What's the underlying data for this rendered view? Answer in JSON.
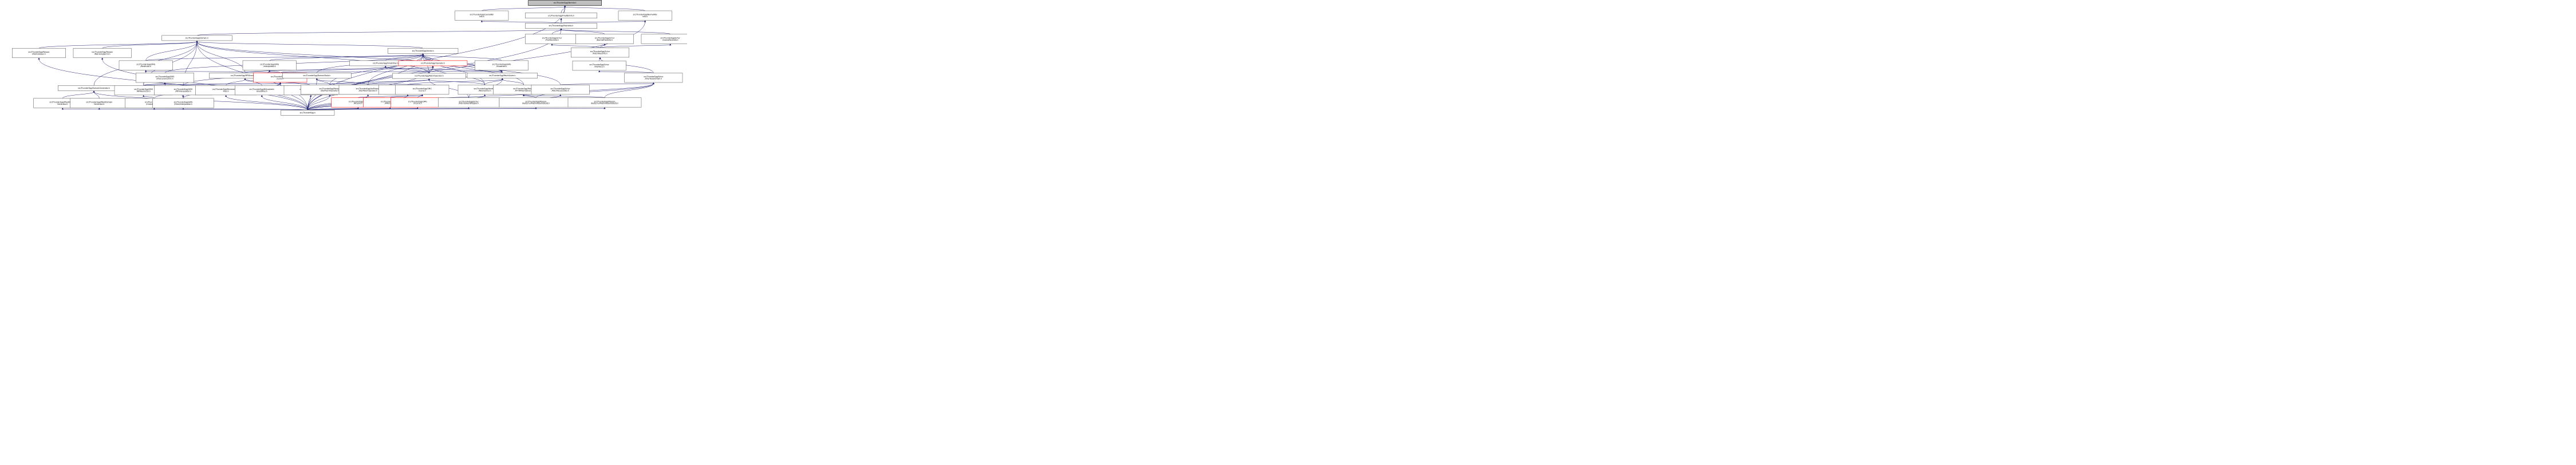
{
  "graph": {
    "colors": {
      "edge": "#191970",
      "root_fill": "#bfbfbf",
      "node_stroke": "#666666",
      "highlight": "#ff0000"
    },
    "nodes": [
      {
        "id": "nbrinfo",
        "label": [
          "src/ThunderEgg/NbrInfo.h"
        ],
        "root": true
      },
      {
        "id": "coarsenbr",
        "label": [
          "src/ThunderEgg/CoarseNbr",
          "Info.h"
        ]
      },
      {
        "id": "finenbr",
        "label": [
          "src/ThunderEgg/FineNbrInfo.h"
        ]
      },
      {
        "id": "normalnbr",
        "label": [
          "src/ThunderEgg/NormalNbr",
          "Info.h"
        ]
      },
      {
        "id": "patchinfo",
        "label": [
          "src/ThunderEgg/PatchInfo.h"
        ]
      },
      {
        "id": "domain",
        "label": [
          "src/ThunderEgg/Domain.h"
        ]
      },
      {
        "id": "sfineface",
        "label": [
          "src/ThunderEgg/Schur",
          "/FineFaceInfo.h"
        ]
      },
      {
        "id": "snormalface",
        "label": [
          "src/ThunderEgg/Schur",
          "/NormalFaceInfo.h"
        ]
      },
      {
        "id": "scoarseface",
        "label": [
          "src/ThunderEgg/Schur",
          "/CoarseFaceInfo.h"
        ]
      },
      {
        "id": "spatchiface",
        "label": [
          "src/ThunderEgg/Schur",
          "/PatchIfaceInfo.h"
        ]
      },
      {
        "id": "siface",
        "label": [
          "src/ThunderEgg/Schur",
          "/Interface.h"
        ]
      },
      {
        "id": "sifacedomain",
        "label": [
          "src/ThunderEgg/Schur",
          "/InterfaceDomain.h"
        ]
      },
      {
        "id": "pmatrix",
        "label": [
          "src/ThunderEgg/Poisson",
          "/MatrixHelper.h"
        ]
      },
      {
        "id": "pmatrix2d",
        "label": [
          "src/ThunderEgg/Poisson",
          "/MatrixHelper2d.h"
        ]
      },
      {
        "id": "vector",
        "label": [
          "src/ThunderEgg/Vector.h"
        ]
      },
      {
        "id": "gmgrestrictor",
        "label": [
          "src/ThunderEgg/GMG",
          "/Restrictor.h"
        ]
      },
      {
        "id": "gmginterp",
        "label": [
          "src/ThunderEgg/GMG",
          "/Interpolator.h"
        ]
      },
      {
        "id": "ghostfiller",
        "label": [
          "src/ThunderEgg/GhostFiller.h"
        ]
      },
      {
        "id": "operator",
        "label": [
          "src/ThunderEgg/Operator.h"
        ],
        "red": true
      },
      {
        "id": "gmgsmoother",
        "label": [
          "src/ThunderEgg/GMG",
          "/Smoother.h"
        ]
      },
      {
        "id": "gmginterlevel",
        "label": [
          "src/ThunderEgg/GMG",
          "/InterLevelComm.h"
        ]
      },
      {
        "id": "mpighost",
        "label": [
          "src/ThunderEgg/MPIGhostFiller.h"
        ]
      },
      {
        "id": "gmglevel",
        "label": [
          "src/ThunderEgg/GMG",
          "/Level.h"
        ],
        "red": true
      },
      {
        "id": "domaintools",
        "label": [
          "src/ThunderEgg/DomainTools.h"
        ]
      },
      {
        "id": "patchoperator",
        "label": [
          "src/ThunderEgg/PatchOperator.h"
        ]
      },
      {
        "id": "patchsolver",
        "label": [
          "src/ThunderEgg/PatchSolver.h"
        ]
      },
      {
        "id": "domaingen",
        "label": [
          "src/ThunderEgg/DomainGenerator.h"
        ]
      },
      {
        "id": "gmgmpirestrict",
        "label": [
          "src/ThunderEgg/GMG",
          "/MPIRestrictor.h"
        ]
      },
      {
        "id": "gmgmpiinterp",
        "label": [
          "src/ThunderEgg/GMG",
          "/MPIInterpolator.h"
        ]
      },
      {
        "id": "bilinear",
        "label": [
          "src/ThunderEgg/BiLinearGhost",
          "Filler.h"
        ]
      },
      {
        "id": "biquad",
        "label": [
          "src/ThunderEgg/BiQuadratic",
          "GhostFiller.h"
        ]
      },
      {
        "id": "trilinear",
        "label": [
          "src/ThunderEgg/TriLinear",
          "GhostFiller.h"
        ]
      },
      {
        "id": "pstarpatch",
        "label": [
          "src/ThunderEgg/Poisson",
          "/StarPatchOperator.h"
        ]
      },
      {
        "id": "vpstarpatch",
        "label": [
          "src/ThunderEgg/VarPoisson",
          "/StarPatchOperator.h"
        ]
      },
      {
        "id": "pdft",
        "label": [
          "src/ThunderEgg/Poisson",
          "/DFTPatchSolver.h"
        ]
      },
      {
        "id": "gmgcycle",
        "label": [
          "src/ThunderEgg/GMG",
          "/Cycle.h"
        ]
      },
      {
        "id": "iterpatch",
        "label": [
          "src/ThunderEgg/Iterative",
          "/PatchSolver.h"
        ]
      },
      {
        "id": "pfftw",
        "label": [
          "src/ThunderEgg/Poisson",
          "/FFTWPatchSolver.h"
        ]
      },
      {
        "id": "spatchfacescatter",
        "label": [
          "src/ThunderEgg/Schur",
          "/PatchFaceScatter.h"
        ]
      },
      {
        "id": "p4est",
        "label": [
          "src/ThunderEgg/P4estDomain",
          "Generator.h"
        ]
      },
      {
        "id": "p8est",
        "label": [
          "src/ThunderEgg/P8estDomain",
          "Generator.h"
        ]
      },
      {
        "id": "gmglinrestrict",
        "label": [
          "src/ThunderEgg/GMG",
          "/LinearRestrictor.h"
        ]
      },
      {
        "id": "gmgdirectinterp",
        "label": [
          "src/ThunderEgg/GMG",
          "/DirectInterpolator.h"
        ]
      },
      {
        "id": "gmgwcycle",
        "label": [
          "src/ThunderEgg/GMG",
          "/WCycle.h"
        ],
        "red": true
      },
      {
        "id": "gmgfmg",
        "label": [
          "src/ThunderEgg/GMG",
          "/FMGCycle.h"
        ],
        "red": true
      },
      {
        "id": "gmgvcycle",
        "label": [
          "src/ThunderEgg/GMG",
          "/VCycle.h"
        ],
        "red": true
      },
      {
        "id": "spatchsolverwrap",
        "label": [
          "src/ThunderEgg/Schur",
          "/PatchSolverWrapper.h"
        ]
      },
      {
        "id": "pfastschur3d",
        "label": [
          "src/ThunderEgg/Poisson",
          "/FastSchurMatrixAssemble3D.h"
        ]
      },
      {
        "id": "pfastschur2d",
        "label": [
          "src/ThunderEgg/Poisson",
          "/FastSchurMatrixAssemble2D.h"
        ]
      },
      {
        "id": "thunderegg",
        "label": [
          "src/ThunderEgg.h"
        ]
      }
    ],
    "edges": [
      [
        "nbrinfo",
        "coarsenbr"
      ],
      [
        "nbrinfo",
        "finenbr"
      ],
      [
        "nbrinfo",
        "normalnbr"
      ],
      [
        "nbrinfo",
        "patchinfo"
      ],
      [
        "nbrinfo",
        "thunderegg"
      ],
      [
        "coarsenbr",
        "patchinfo"
      ],
      [
        "finenbr",
        "patchinfo"
      ],
      [
        "normalnbr",
        "patchinfo"
      ],
      [
        "normalnbr",
        "thunderegg"
      ],
      [
        "patchinfo",
        "domain"
      ],
      [
        "patchinfo",
        "sfineface"
      ],
      [
        "patchinfo",
        "snormalface"
      ],
      [
        "patchinfo",
        "scoarseface"
      ],
      [
        "patchinfo",
        "thunderegg"
      ],
      [
        "sfineface",
        "spatchiface"
      ],
      [
        "snormalface",
        "spatchiface"
      ],
      [
        "scoarseface",
        "spatchiface"
      ],
      [
        "spatchiface",
        "siface"
      ],
      [
        "spatchiface",
        "sifacedomain"
      ],
      [
        "siface",
        "sifacedomain"
      ],
      [
        "domain",
        "pmatrix"
      ],
      [
        "domain",
        "pmatrix2d"
      ],
      [
        "domain",
        "vector"
      ],
      [
        "domain",
        "gmgrestrictor"
      ],
      [
        "domain",
        "domaingen"
      ],
      [
        "domain",
        "mpighost"
      ],
      [
        "domain",
        "patchoperator"
      ],
      [
        "domain",
        "patchsolver"
      ],
      [
        "domain",
        "gmgmpirestrict"
      ],
      [
        "domain",
        "gmgmpiinterp"
      ],
      [
        "domain",
        "thunderegg"
      ],
      [
        "vector",
        "gmgrestrictor"
      ],
      [
        "vector",
        "gmginterp"
      ],
      [
        "vector",
        "ghostfiller"
      ],
      [
        "vector",
        "operator"
      ],
      [
        "vector",
        "gmgsmoother"
      ],
      [
        "vector",
        "gmginterlevel"
      ],
      [
        "vector",
        "domaintools"
      ],
      [
        "vector",
        "patchoperator"
      ],
      [
        "vector",
        "patchsolver"
      ],
      [
        "vector",
        "pstarpatch"
      ],
      [
        "vector",
        "vpstarpatch"
      ],
      [
        "vector",
        "iterpatch"
      ],
      [
        "vector",
        "pfftw"
      ],
      [
        "vector",
        "spatchfacescatter"
      ],
      [
        "vector",
        "thunderegg"
      ],
      [
        "gmgrestrictor",
        "gmglevel"
      ],
      [
        "gmgrestrictor",
        "gmgmpirestrict"
      ],
      [
        "gmginterp",
        "gmglevel"
      ],
      [
        "gmginterp",
        "gmgmpiinterp"
      ],
      [
        "ghostfiller",
        "mpighost"
      ],
      [
        "ghostfiller",
        "patchoperator"
      ],
      [
        "ghostfiller",
        "patchsolver"
      ],
      [
        "operator",
        "gmglevel"
      ],
      [
        "operator",
        "patchoperator"
      ],
      [
        "operator",
        "iterpatch"
      ],
      [
        "operator",
        "thunderegg"
      ],
      [
        "gmgsmoother",
        "gmglevel"
      ],
      [
        "gmgsmoother",
        "patchsolver"
      ],
      [
        "gmginterlevel",
        "gmgmpirestrict"
      ],
      [
        "gmginterlevel",
        "gmgmpiinterp"
      ],
      [
        "gmginterlevel",
        "gmgdirectinterp"
      ],
      [
        "mpighost",
        "bilinear"
      ],
      [
        "mpighost",
        "biquad"
      ],
      [
        "mpighost",
        "trilinear"
      ],
      [
        "gmglevel",
        "gmgcycle"
      ],
      [
        "gmglevel",
        "gmgmpirestrict"
      ],
      [
        "gmglevel",
        "gmgmpiinterp"
      ],
      [
        "gmglevel",
        "gmglinrestrict"
      ],
      [
        "gmglevel",
        "gmgdirectinterp"
      ],
      [
        "gmglevel",
        "thunderegg"
      ],
      [
        "domaintools",
        "pstarpatch"
      ],
      [
        "domaintools",
        "vpstarpatch"
      ],
      [
        "domaintools",
        "thunderegg"
      ],
      [
        "patchoperator",
        "pstarpatch"
      ],
      [
        "patchoperator",
        "vpstarpatch"
      ],
      [
        "patchoperator",
        "iterpatch"
      ],
      [
        "patchoperator",
        "spatchsolverwrap"
      ],
      [
        "patchsolver",
        "pdft"
      ],
      [
        "patchsolver",
        "iterpatch"
      ],
      [
        "patchsolver",
        "pfftw"
      ],
      [
        "patchsolver",
        "spatchsolverwrap"
      ],
      [
        "domaingen",
        "p4est"
      ],
      [
        "domaingen",
        "p8est"
      ],
      [
        "domaingen",
        "thunderegg"
      ],
      [
        "gmgmpirestrict",
        "gmglinrestrict"
      ],
      [
        "gmgmpiinterp",
        "gmgdirectinterp"
      ],
      [
        "gmgcycle",
        "gmgwcycle"
      ],
      [
        "gmgcycle",
        "gmgfmg"
      ],
      [
        "gmgcycle",
        "gmgvcycle"
      ],
      [
        "sifacedomain",
        "spatchfacescatter"
      ],
      [
        "sifacedomain",
        "pfastschur3d"
      ],
      [
        "sifacedomain",
        "pfastschur2d"
      ],
      [
        "sifacedomain",
        "thunderegg"
      ],
      [
        "pfftw",
        "pfastschur3d"
      ],
      [
        "pfftw",
        "pfastschur2d"
      ],
      [
        "pmatrix",
        "thunderegg"
      ],
      [
        "pmatrix2d",
        "thunderegg"
      ],
      [
        "bilinear",
        "thunderegg"
      ],
      [
        "biquad",
        "thunderegg"
      ],
      [
        "trilinear",
        "thunderegg"
      ],
      [
        "pstarpatch",
        "thunderegg"
      ],
      [
        "vpstarpatch",
        "thunderegg"
      ],
      [
        "pdft",
        "thunderegg"
      ],
      [
        "iterpatch",
        "thunderegg"
      ],
      [
        "spatchfacescatter",
        "thunderegg"
      ],
      [
        "p4est",
        "thunderegg"
      ],
      [
        "p8est",
        "thunderegg"
      ],
      [
        "gmglinrestrict",
        "thunderegg"
      ],
      [
        "gmgdirectinterp",
        "thunderegg"
      ],
      [
        "gmgwcycle",
        "thunderegg"
      ],
      [
        "gmgfmg",
        "thunderegg"
      ],
      [
        "gmgvcycle",
        "thunderegg"
      ],
      [
        "spatchsolverwrap",
        "thunderegg"
      ],
      [
        "pfastschur3d",
        "thunderegg"
      ],
      [
        "pfastschur2d",
        "thunderegg"
      ]
    ]
  }
}
